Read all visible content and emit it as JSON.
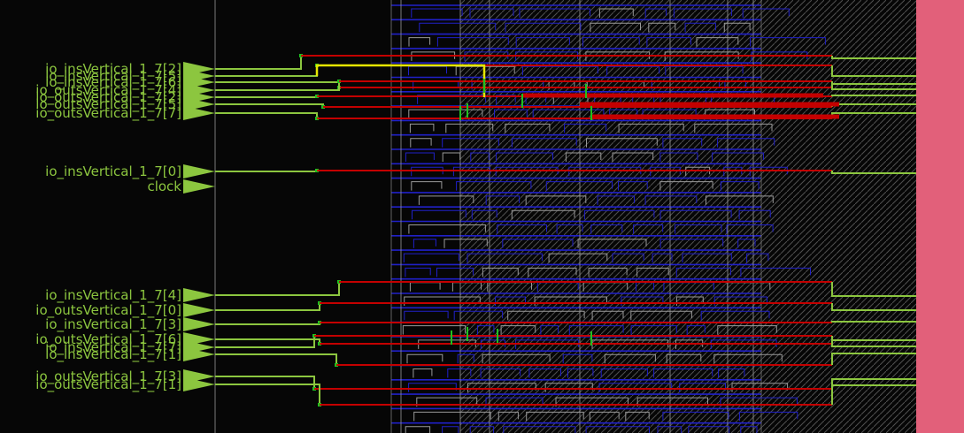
{
  "colors": {
    "background": "#060606",
    "pin_label": "#8cc63f",
    "pin_arrow": "#8cc63f",
    "net_green": "#8cc63f",
    "net_red": "#c40000",
    "net_yellow": "#e6e600",
    "via_green": "#20c020",
    "cell_blue": "#2020c8",
    "cell_gray": "#9a9a9a",
    "hatch": "#555555",
    "boundary": "#7a7a7a",
    "right_block": "#e2607a"
  },
  "pins": [
    {
      "name": "io_insVertical_1_7[2]"
    },
    {
      "name": "io_insVertical_1_7[5]"
    },
    {
      "name": "io_insVertical_1_7[6]"
    },
    {
      "name": "io_outsVertical_1_7[4]"
    },
    {
      "name": "io_outsVertical_1_7[2]"
    },
    {
      "name": "io_outsVertical_1_7[5]"
    },
    {
      "name": "io_outsVertical_1_7[7]"
    },
    {
      "name": "io_insVertical_1_7[0]"
    },
    {
      "name": "clock"
    },
    {
      "name": "io_insVertical_1_7[4]"
    },
    {
      "name": "io_outsVertical_1_7[0]"
    },
    {
      "name": "io_insVertical_1_7[3]"
    },
    {
      "name": "io_outsVertical_1_7[6]"
    },
    {
      "name": "io_insVertical_1_7[7]"
    },
    {
      "name": "io_insVertical_1_7[1]"
    },
    {
      "name": "io_outsVertical_1_7[3]"
    },
    {
      "name": "io_outsVertical_1_7[1]"
    }
  ]
}
